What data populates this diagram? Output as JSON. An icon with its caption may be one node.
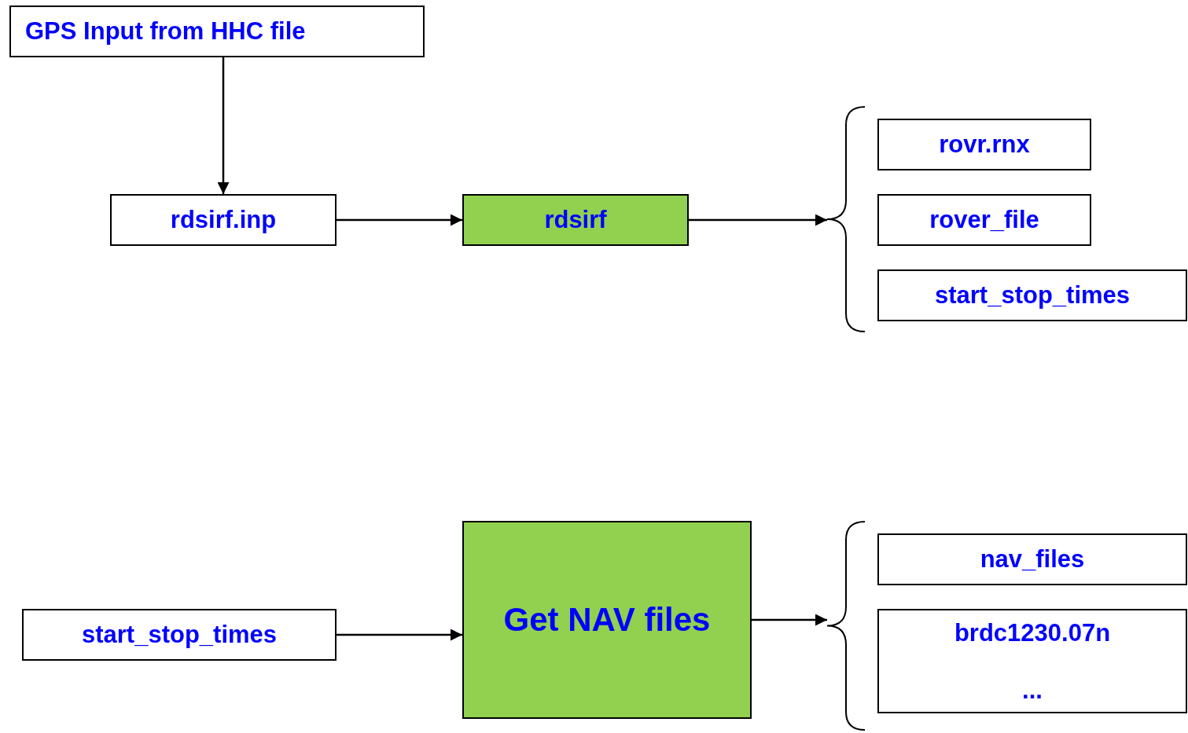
{
  "diagram": {
    "nodes": [
      {
        "text": [
          "GPS Input from HHC file"
        ]
      },
      {
        "text": [
          "rdsirf.inp"
        ]
      },
      {
        "text": [
          "rdsirf"
        ]
      },
      {
        "text": [],
        "shape": "brace"
      },
      {
        "text": [
          "rovr.rnx"
        ]
      },
      {
        "text": [
          "rover_file"
        ]
      },
      {
        "text": [
          "start_stop_times"
        ]
      },
      {
        "text": [
          "start_stop_times"
        ]
      },
      {
        "text": [
          "Get NAV files"
        ]
      },
      {
        "text": [],
        "shape": "brace"
      },
      {
        "text": [
          "nav_files"
        ]
      },
      {
        "text": [
          "brdc1230.07n",
          "..."
        ]
      }
    ],
    "edges": [
      {
        "from": 0,
        "to": 1,
        "arrow": "to"
      },
      {
        "from": 1,
        "to": 2,
        "arrow": "to"
      },
      {
        "from": 2,
        "to": 3,
        "arrow": "to"
      },
      {
        "from": 7,
        "to": 8,
        "arrow": "to"
      },
      {
        "from": 8,
        "to": 9,
        "arrow": "to"
      }
    ]
  }
}
